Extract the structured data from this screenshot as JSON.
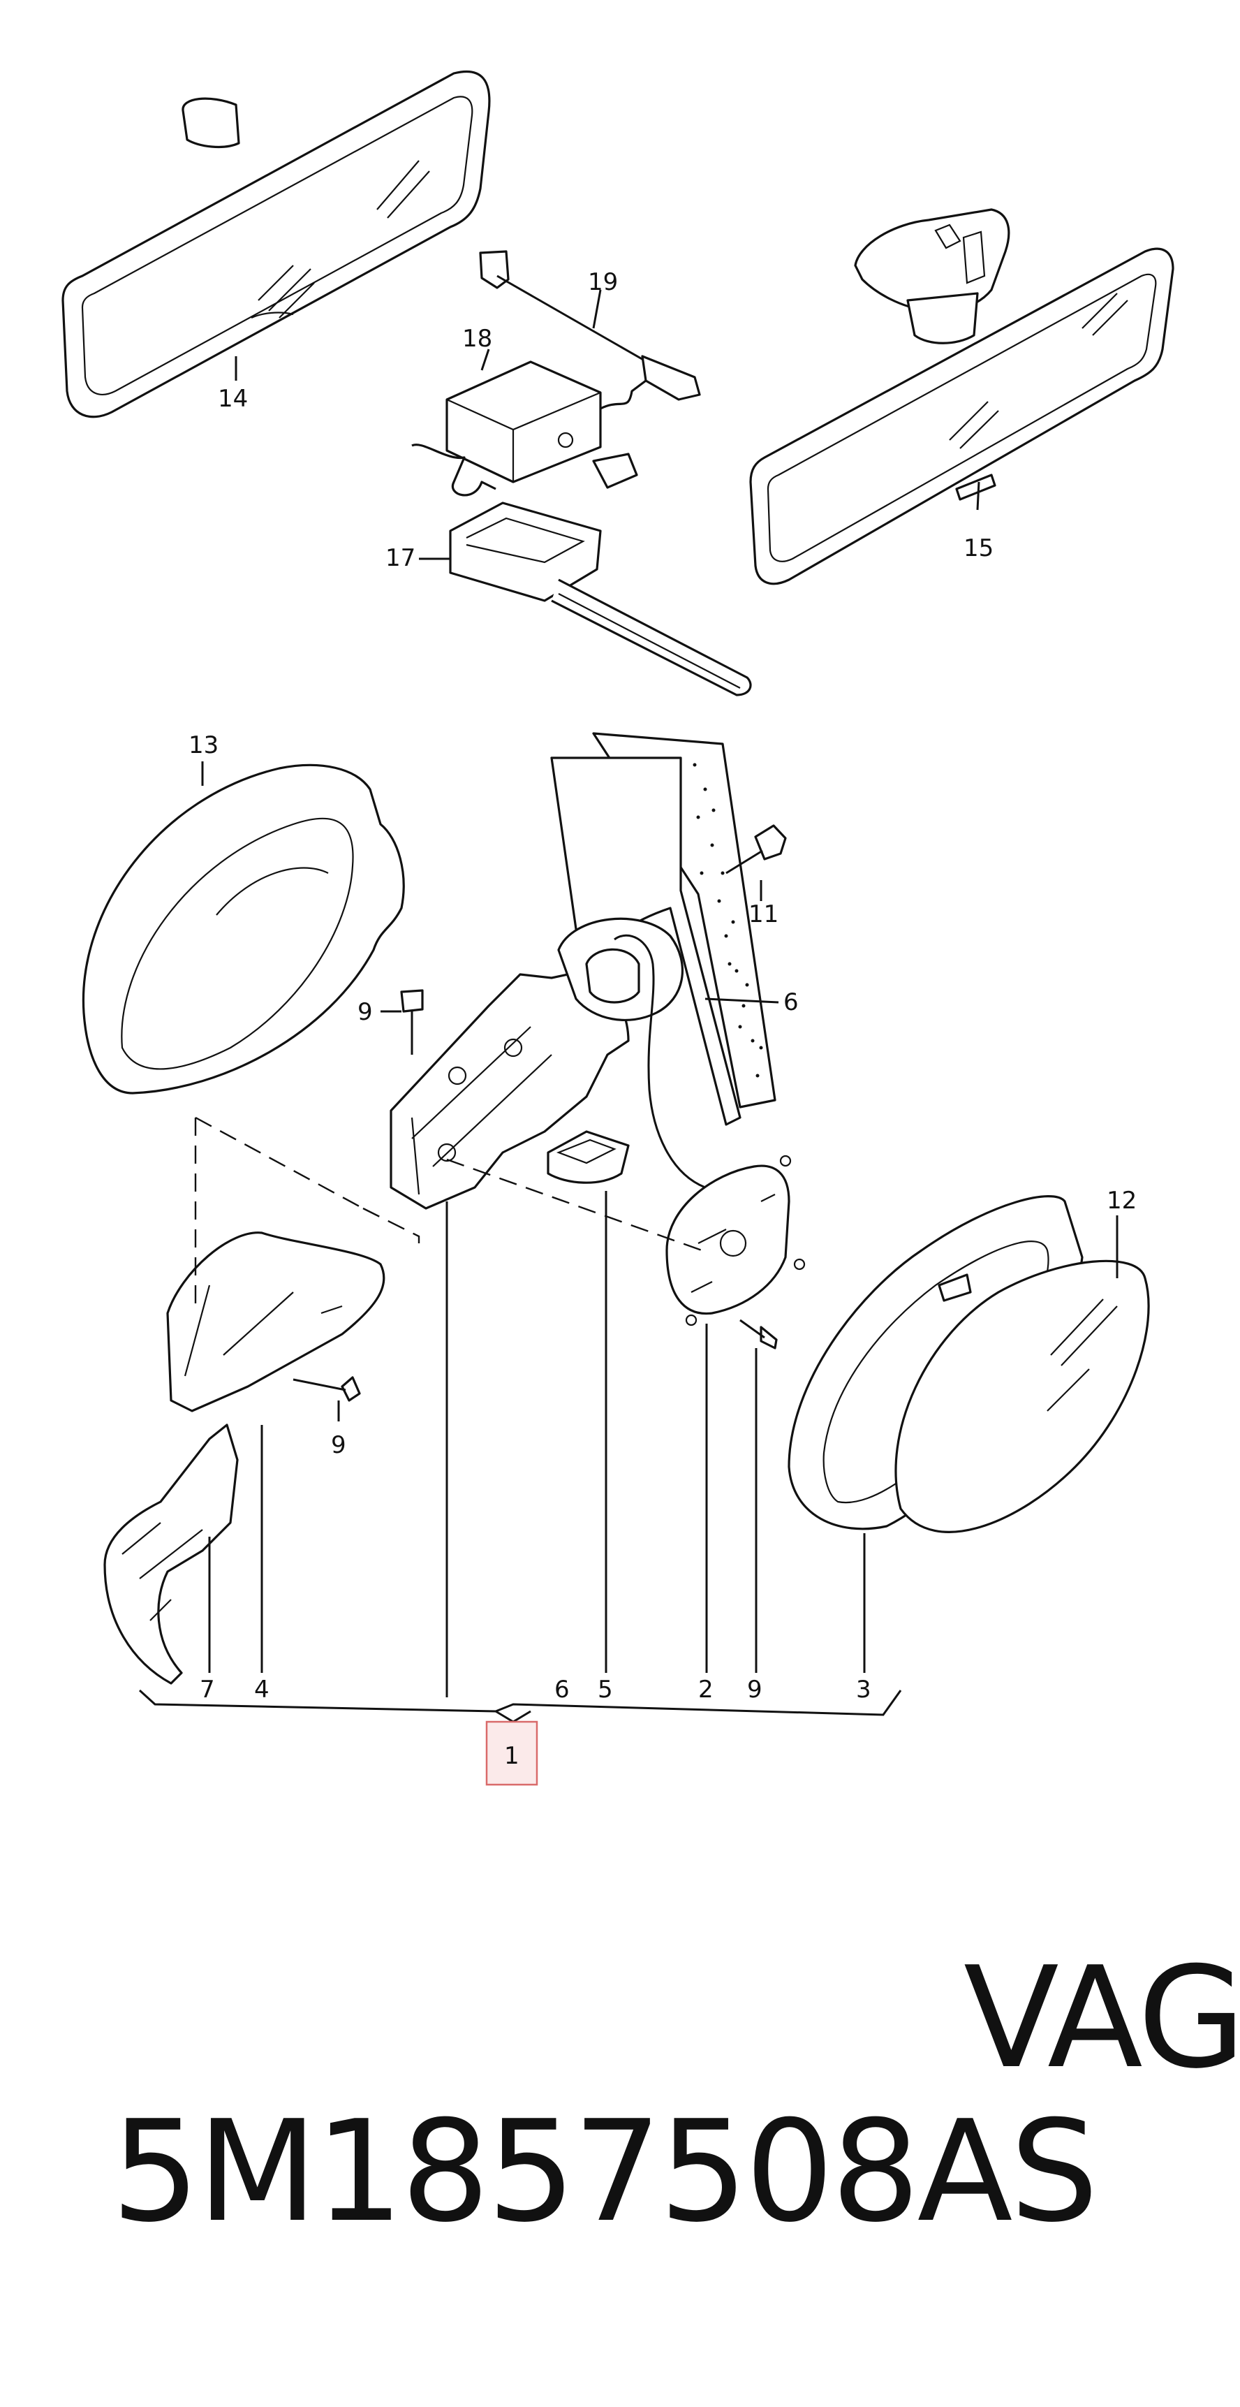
{
  "callouts": {
    "c1": "1",
    "c2": "2",
    "c3": "3",
    "c4": "4",
    "c5": "5",
    "c6_bottom": "6",
    "c6_right": "6",
    "c7": "7",
    "c9_top": "9",
    "c9_left": "9",
    "c9_bottom": "9",
    "c11": "11",
    "c12": "12",
    "c13": "13",
    "c14": "14",
    "c15": "15",
    "c17": "17",
    "c18": "18",
    "c19": "19"
  },
  "footer": {
    "part_number": "5M1857508AS",
    "brand": "VAG"
  },
  "colors": {
    "ink": "#111111",
    "callout_box_border": "#d96a6a",
    "callout_box_fill": "#fbeaea"
  }
}
